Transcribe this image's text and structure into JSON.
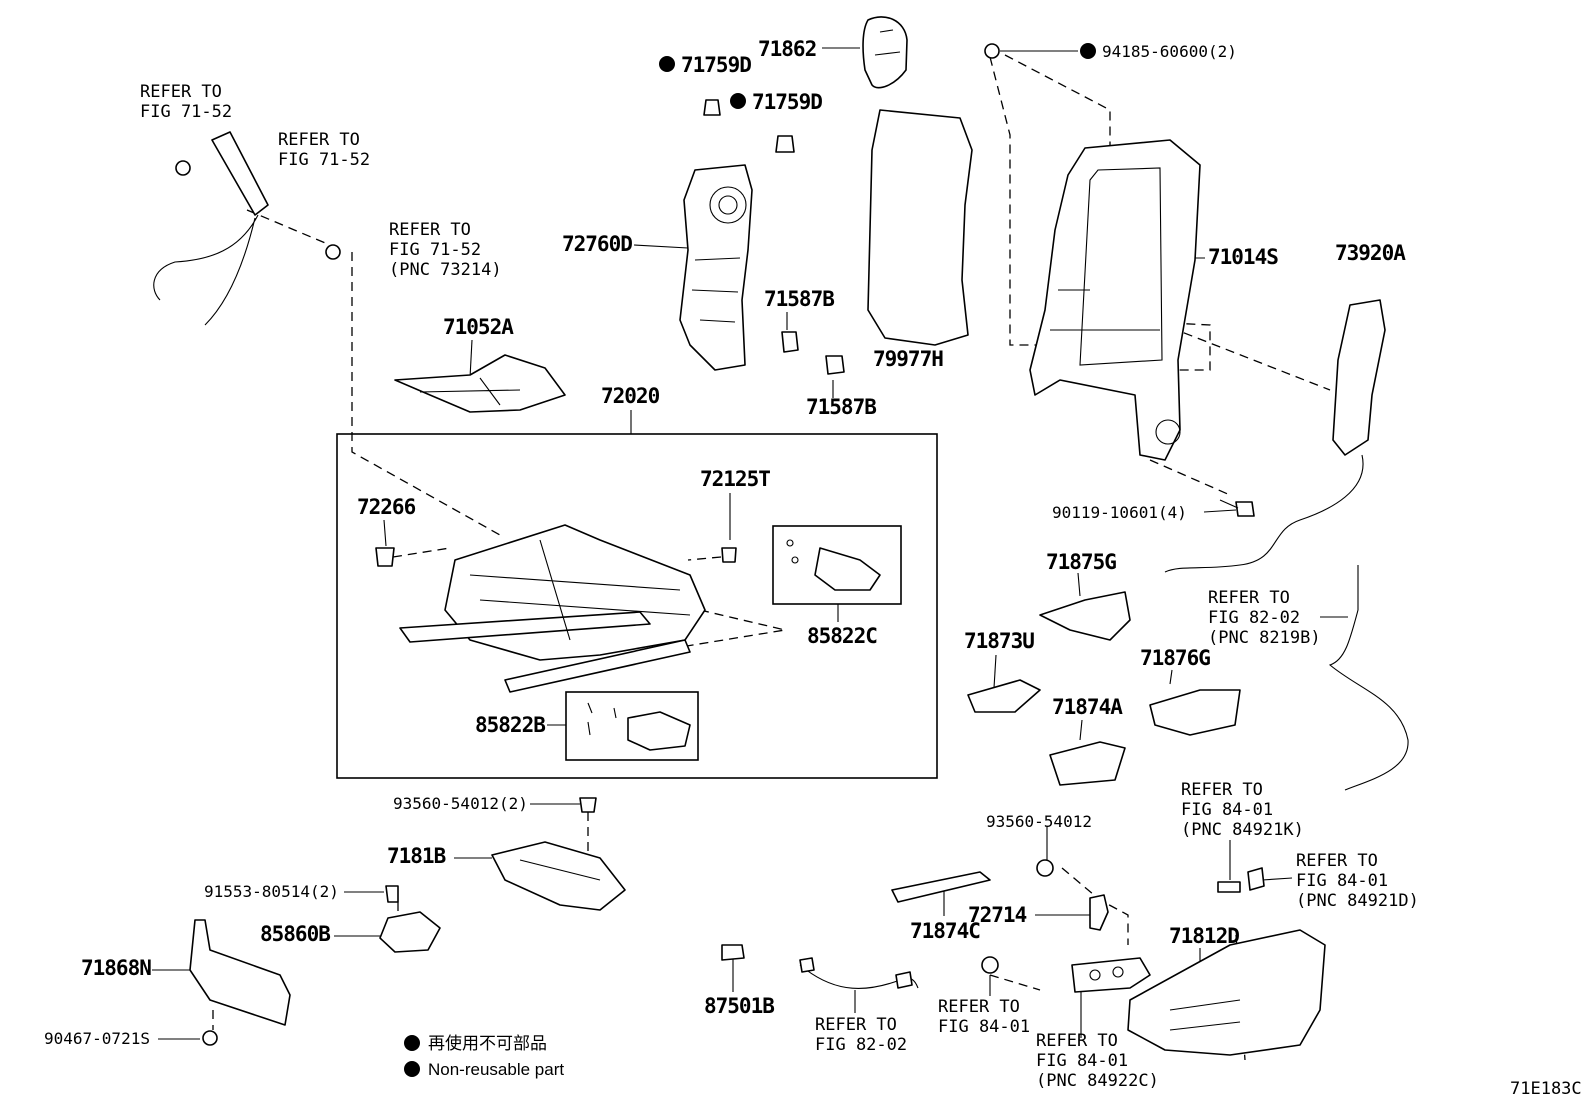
{
  "diagram_code": "71E183C",
  "legend": {
    "jp": "再使用不可部品",
    "en": "Non-reusable part"
  },
  "labels": {
    "p71862": "71862",
    "p71759d_a": "71759D",
    "p71759d_b": "71759D",
    "p94185": "94185-60600(2)",
    "p72760d": "72760D",
    "p71587b_a": "71587B",
    "p71587b_b": "71587B",
    "p79977h": "79977H",
    "p71014s": "71014S",
    "p73920a": "73920A",
    "p71052a": "71052A",
    "p72020": "72020",
    "p72266": "72266",
    "p72125t": "72125T",
    "p85822c": "85822C",
    "p85822b": "85822B",
    "p90119": "90119-10601(4)",
    "p71875g": "71875G",
    "p71873u": "71873U",
    "p71876g": "71876G",
    "p71874a": "71874A",
    "p93560_2": "93560-54012(2)",
    "p7181b": "7181B",
    "p91553": "91553-80514(2)",
    "p85860b": "85860B",
    "p71868n": "71868N",
    "p90467": "90467-0721S",
    "p87501b": "87501B",
    "p93560": "93560-54012",
    "p72714": "72714",
    "p71874c": "71874C",
    "p71812d": "71812D"
  },
  "refs": {
    "r1": [
      "REFER TO",
      "FIG 71-52"
    ],
    "r2": [
      "REFER TO",
      "FIG 71-52"
    ],
    "r3": [
      "REFER TO",
      "FIG 71-52",
      "(PNC 73214)"
    ],
    "r4": [
      "REFER TO",
      "FIG 82-02",
      "(PNC 8219B)"
    ],
    "r5": [
      "REFER TO",
      "FIG 84-01",
      "(PNC 84921K)"
    ],
    "r6": [
      "REFER TO",
      "FIG 84-01",
      "(PNC 84921D)"
    ],
    "r7": [
      "REFER TO",
      "FIG 82-02"
    ],
    "r8": [
      "REFER TO",
      "FIG 84-01"
    ],
    "r9": [
      "REFER TO",
      "FIG 84-01",
      "(PNC 84922C)"
    ]
  }
}
